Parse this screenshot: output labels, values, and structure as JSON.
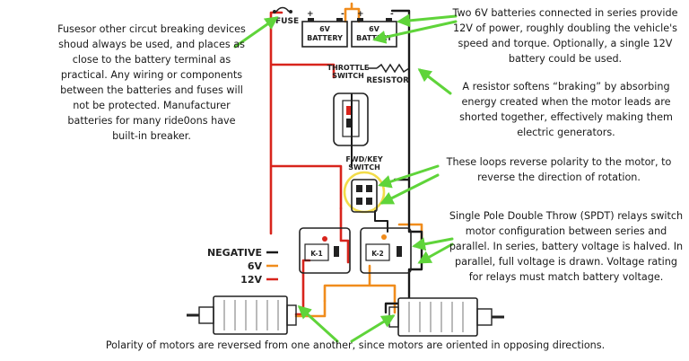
{
  "labels": {
    "fuse": "FUSE",
    "battery_left": "6V\nBATTERY",
    "battery_right": "6V\nBATTERY",
    "throttle_switch": "THROTTLE\nSWITCH",
    "resistor": "RESISTOR",
    "fwd_key_switch": "FWD/KEY\nSWITCH",
    "relay_1": "K-1",
    "relay_2": "K-2",
    "plus": "+",
    "minus": "-"
  },
  "legend": [
    {
      "name": "NEGATIVE",
      "color": "#1a1a1a"
    },
    {
      "name": "6V",
      "color": "#f08c1c"
    },
    {
      "name": "12V",
      "color": "#d8241c"
    }
  ],
  "notes": {
    "fuse": "Fusesor other circut breaking devices shoud always be used, and places as close to the battery terminal as practical. Any wiring or components between the batteries and fuses will not be protected. Manufacturer batteries for many ride0ons have built-in breaker.",
    "batteries": "Two 6V batteries connected in series provide 12V of power, roughly doubling the vehicle's speed and torque. Optionally, a single 12V battery could be used.",
    "resistor": "A resistor softens “braking” by absorbing energy created when the motor leads are shorted together, effectively making them electric generators.",
    "loops": "These loops reverse polarity to the motor, to reverse the direction of rotation.",
    "relays": "Single Pole Double Throw (SPDT) relays switch motor configuration between series and parallel. In series, battery voltage is halved. In parallel, full voltage is drawn. Voltage rating for relays must match battery voltage.",
    "motors": "Polarity of motors are reversed from one another, since motors are oriented in opposing directions."
  },
  "colors": {
    "negative": "#1a1a1a",
    "six_volt": "#f08c1c",
    "twelve_volt": "#d8241c",
    "arrow": "#5fd43a",
    "highlight": "#f2dc4a"
  }
}
